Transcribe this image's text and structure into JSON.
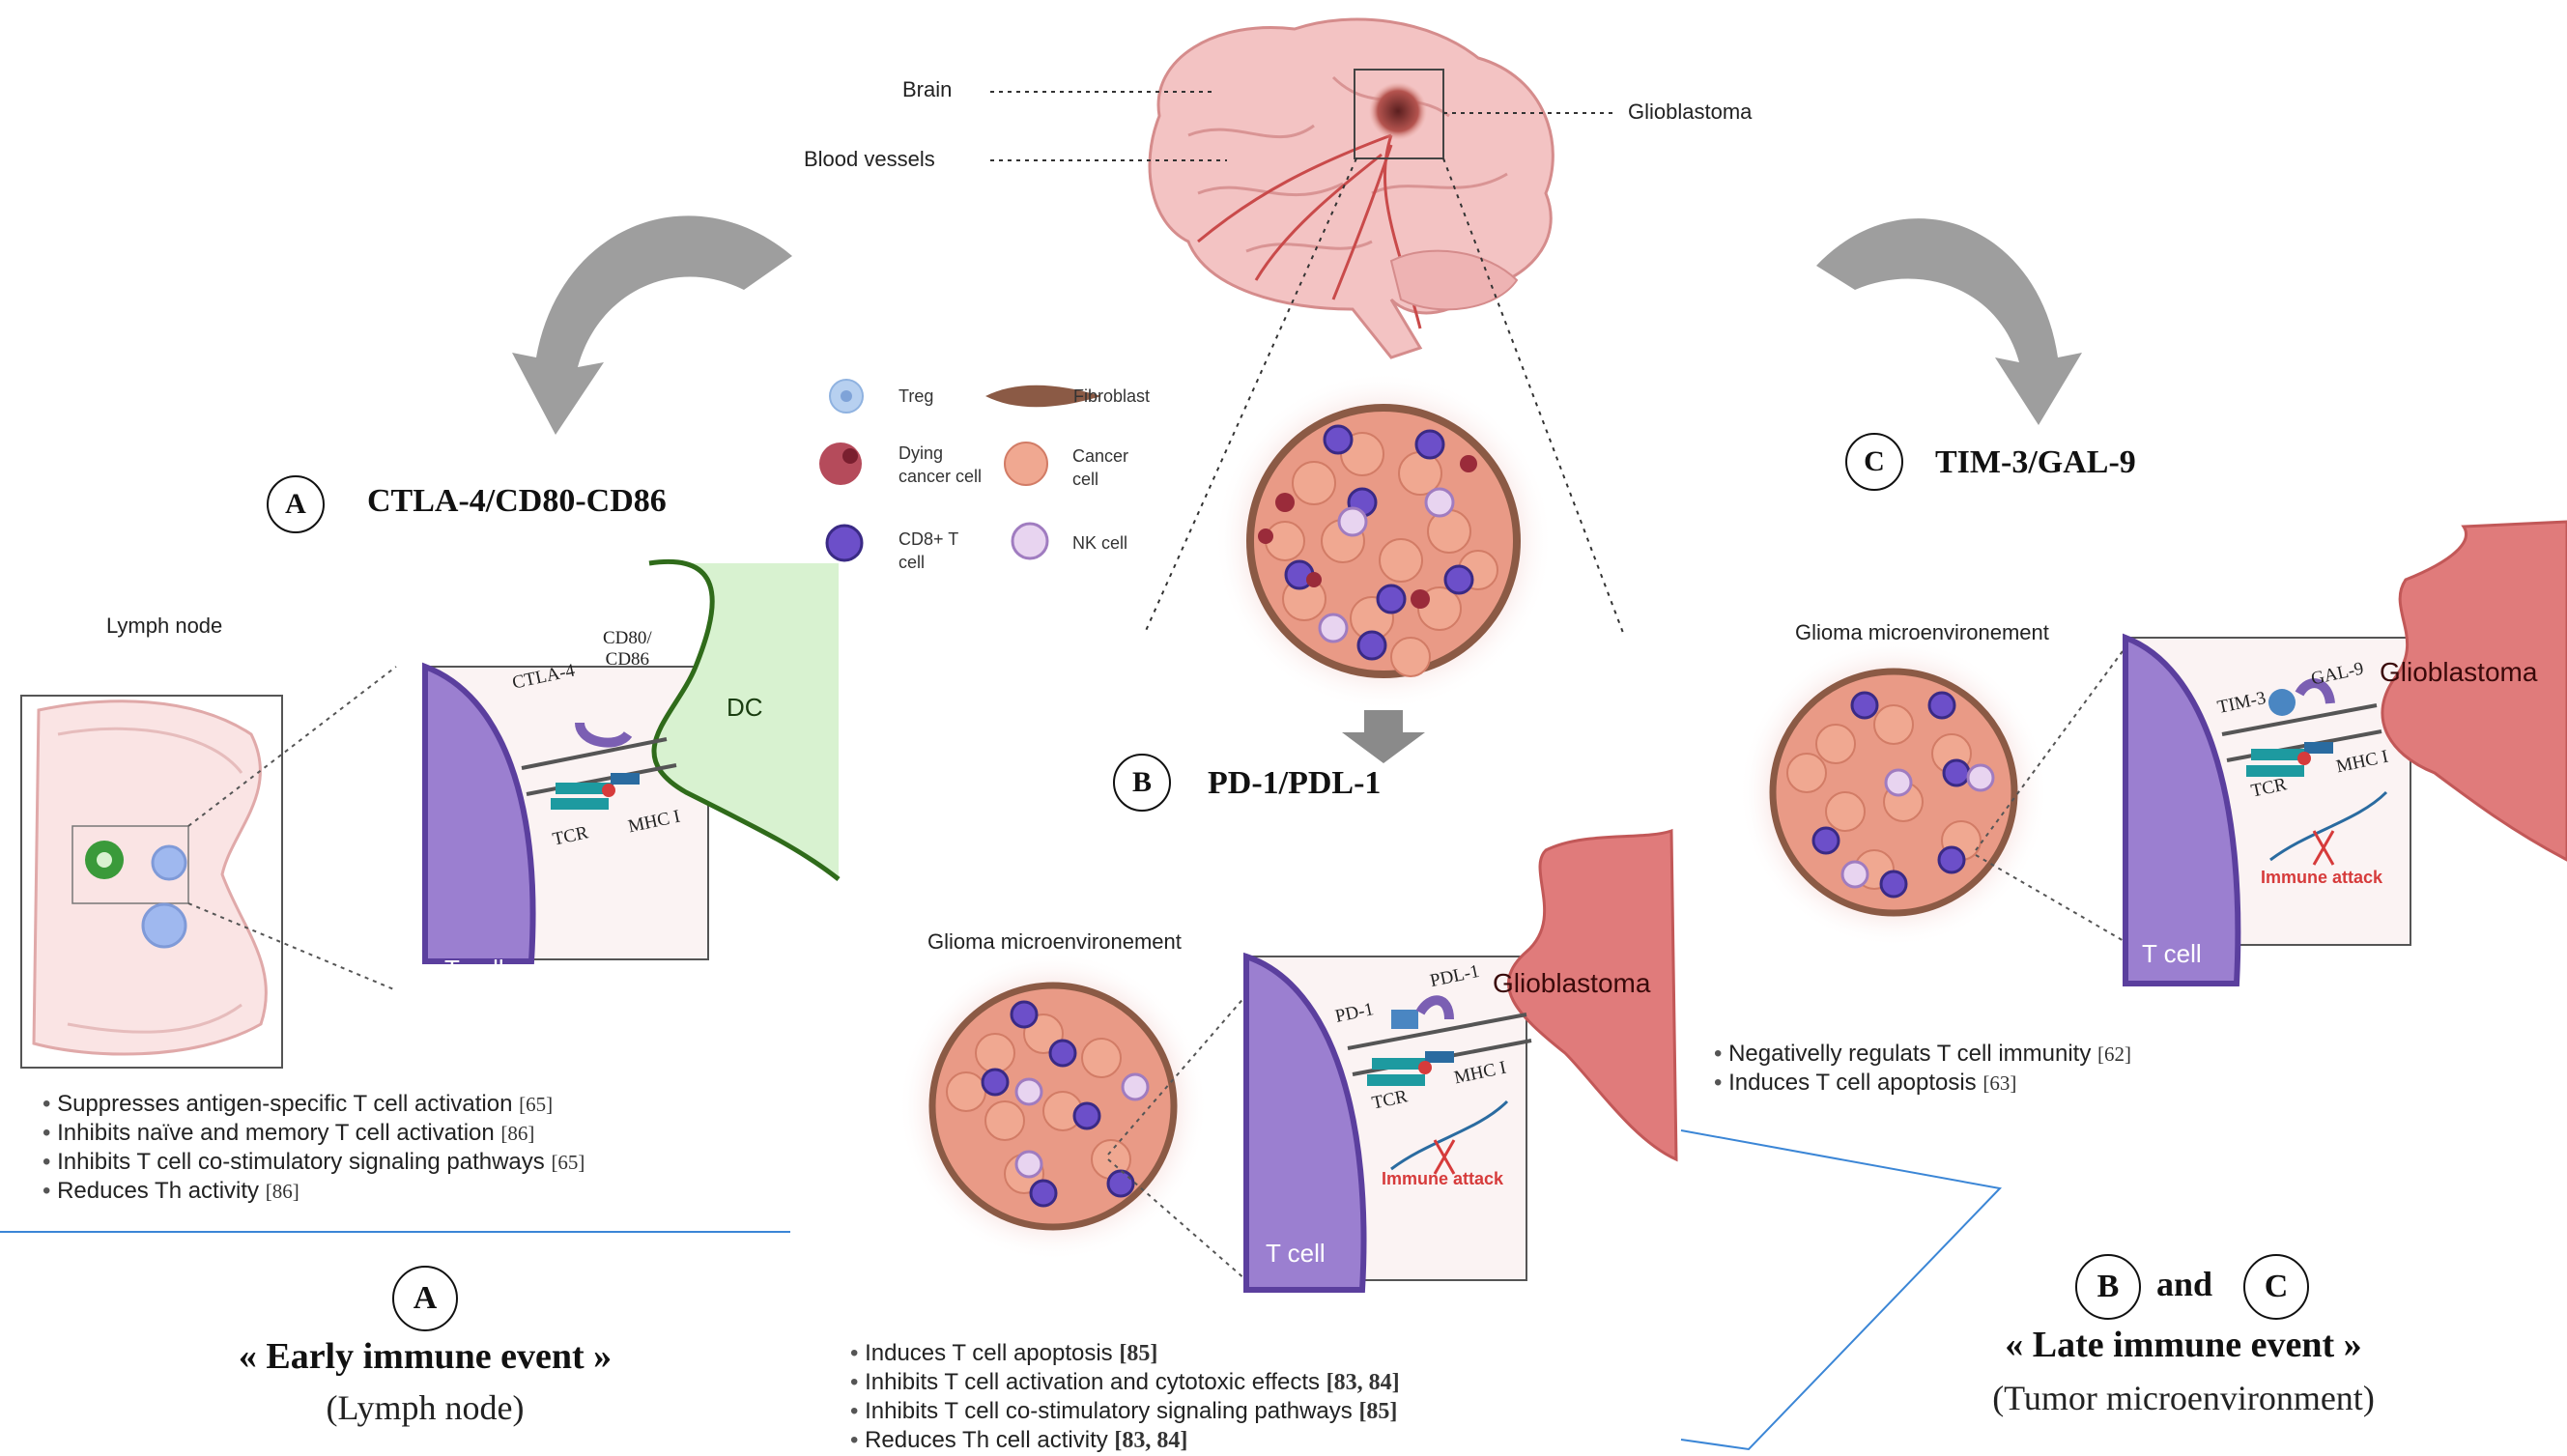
{
  "brain": {
    "brain_label": "Brain",
    "vessels_label": "Blood vessels",
    "gbm_label": "Glioblastoma"
  },
  "legend": {
    "treg": "Treg",
    "fibroblast": "Fibroblast",
    "dying_line1": "Dying",
    "dying_line2": "cancer cell",
    "cancer_line1": "Cancer",
    "cancer_line2": "cell",
    "cd8_line1": "CD8+ T",
    "cd8_line2": "cell",
    "nk": "NK cell"
  },
  "panel_a": {
    "letter": "A",
    "title": "CTLA-4/CD80-CD86",
    "lymph_label": "Lymph node",
    "tcell": "T cell",
    "dc": "DC",
    "ctla4": "CTLA-4",
    "cd80_line1": "CD80/",
    "cd80_line2": "CD86",
    "tcr": "TCR",
    "mhc": "MHC I",
    "bullets": [
      {
        "text": "Suppresses antigen-specific T cell activation",
        "ref": "[65]"
      },
      {
        "text": "Inhibits naïve and memory T cell activation",
        "ref": "[86]"
      },
      {
        "text": "Inhibits T cell co-stimulatory signaling pathways",
        "ref": "[65]"
      },
      {
        "text": "Reduces Th activity",
        "ref": "[86]"
      }
    ],
    "event_letter": "A",
    "event_title": "« Early immune event »",
    "event_sub": "(Lymph node)"
  },
  "panel_b": {
    "letter": "B",
    "title": "PD-1/PDL-1",
    "micro_label": "Glioma microenvironement",
    "tcell": "T cell",
    "tumor": "Glioblastoma",
    "pd1": "PD-1",
    "pdl1": "PDL-1",
    "tcr": "TCR",
    "mhc": "MHC I",
    "attack": "Immune attack",
    "bullets": [
      {
        "text": "Induces T cell apoptosis",
        "ref": "[85]"
      },
      {
        "text": "Inhibits T cell activation and  cytotoxic effects",
        "ref": "[83, 84]"
      },
      {
        "text": "Inhibits T cell co-stimulatory signaling pathways",
        "ref": "[85]"
      },
      {
        "text": "Reduces Th cell  activity",
        "ref": "[83, 84]"
      }
    ]
  },
  "panel_c": {
    "letter": "C",
    "title": "TIM-3/GAL-9",
    "micro_label": "Glioma microenvironement",
    "tcell": "T cell",
    "tumor": "Glioblastoma",
    "tim3": "TIM-3",
    "gal9": "GAL-9",
    "tcr": "TCR",
    "mhc": "MHC I",
    "attack": "Immune attack",
    "bullets": [
      {
        "text": "Negativelly regulats T cell immunity",
        "ref": "[62]"
      },
      {
        "text": "Induces T cell apoptosis",
        "ref": "[63]"
      }
    ],
    "event_b": "B",
    "event_and": "and",
    "event_c": "C",
    "event_title": "« Late immune event »",
    "event_sub": "(Tumor microenvironment)"
  },
  "colors": {
    "tcell": "#9b7fd0",
    "tcell_edge": "#5b3f9e",
    "tumor": "#e07b7b",
    "dc_fill": "#d8f2d0",
    "dc_edge": "#2f6b1a",
    "arrow": "#9e9e9e",
    "blue_line": "#3b86d6"
  }
}
